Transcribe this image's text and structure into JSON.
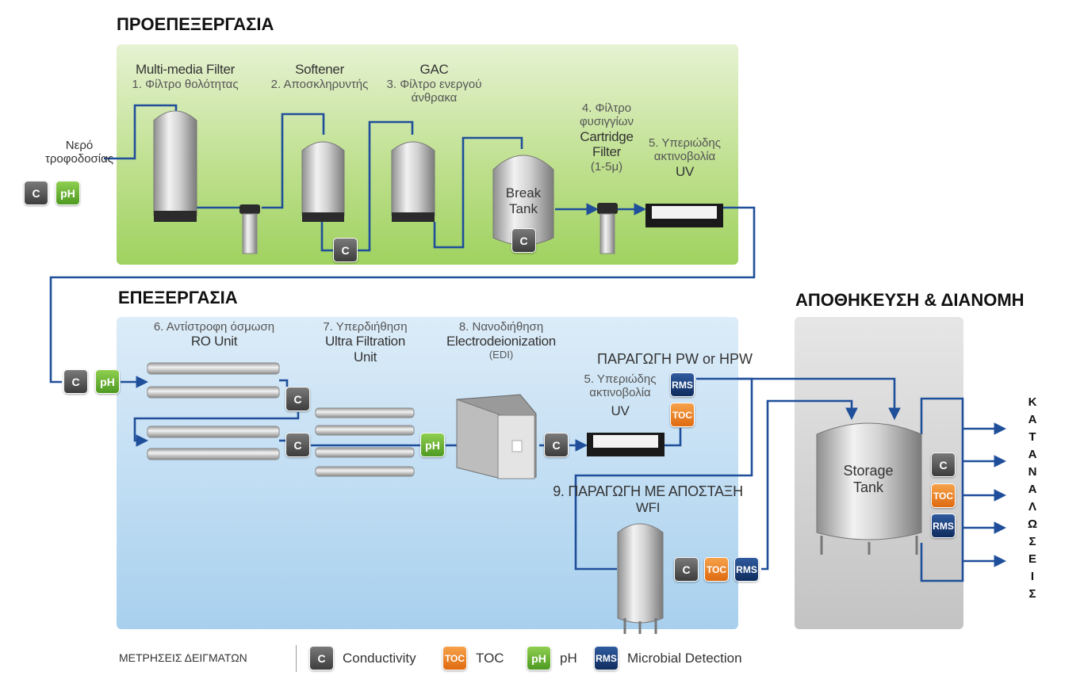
{
  "sections": {
    "pretreatment": "ΠΡΟΕΠΕΞΕΡΓΑΣΙΑ",
    "treatment": "ΕΠΕΞΕΡΓΑΣΙΑ",
    "storage": "ΑΠΟΘΗΚΕΥΣΗ & ΔΙΑΝΟΜΗ"
  },
  "feed_water": [
    "Νερό",
    "τροφοδοσίας"
  ],
  "pretreatment_steps": {
    "multimedia": {
      "en": "Multi-media Filter",
      "gr": "1. Φίλτρο θολότητας"
    },
    "softener": {
      "en": "Softener",
      "gr": "2. Αποσκληρυντής"
    },
    "gac": {
      "en": "GAC",
      "gr1": "3. Φίλτρο ενεργού",
      "gr2": "άνθρακα"
    },
    "break_tank": [
      "Break",
      "Tank"
    ],
    "cartridge": {
      "gr1": "4. Φίλτρο",
      "gr2": "φυσιγγίων",
      "en1": "Cartridge",
      "en2": "Filter",
      "size": "(1-5μ)"
    },
    "uv": {
      "gr1": "5. Υπεριώδης",
      "gr2": "ακτινοβολία",
      "en": "UV"
    }
  },
  "treatment_steps": {
    "ro": {
      "gr": "6. Αντίστροφη όσμωση",
      "en": "RO Unit"
    },
    "uf": {
      "gr": "7. Υπερδιήθηση",
      "en1": "Ultra Filtration",
      "en2": "Unit"
    },
    "edi": {
      "gr": "8. Νανοδιήθηση",
      "en": "Electrodeionization",
      "abbr": "(EDI)"
    },
    "pw": "ΠΑΡΑΓΩΓΗ PW or HPW",
    "uv": {
      "gr1": "5. Υπεριώδης",
      "gr2": "ακτινοβολία",
      "en": "UV"
    },
    "wfi": {
      "gr": "9. ΠΑΡΑΓΩΓΗ ΜΕ ΑΠΟΣΤΑΞΗ",
      "en": "WFI"
    }
  },
  "storage_tank": [
    "Storage",
    "Tank"
  ],
  "consumption_letters": [
    "Κ",
    "Α",
    "Τ",
    "Α",
    "Ν",
    "Α",
    "Λ",
    "Ω",
    "Σ",
    "Ε",
    "Ι",
    "Σ"
  ],
  "badges": {
    "c": "C",
    "ph": "pH",
    "toc": "TOC",
    "rms": "RMS"
  },
  "legend": {
    "title": "ΜΕΤΡΗΣΕΙΣ ΔΕΙΓΜΑΤΩΝ",
    "conductivity": "Conductivity",
    "toc": "TOC",
    "ph": "pH",
    "microbial": "Microbial Detection"
  },
  "colors": {
    "pipe": "#1f4f9a",
    "green_panel": "#a8d46a",
    "blue_panel": "#b7d8f0",
    "grey_panel": "#cfcfcf"
  }
}
